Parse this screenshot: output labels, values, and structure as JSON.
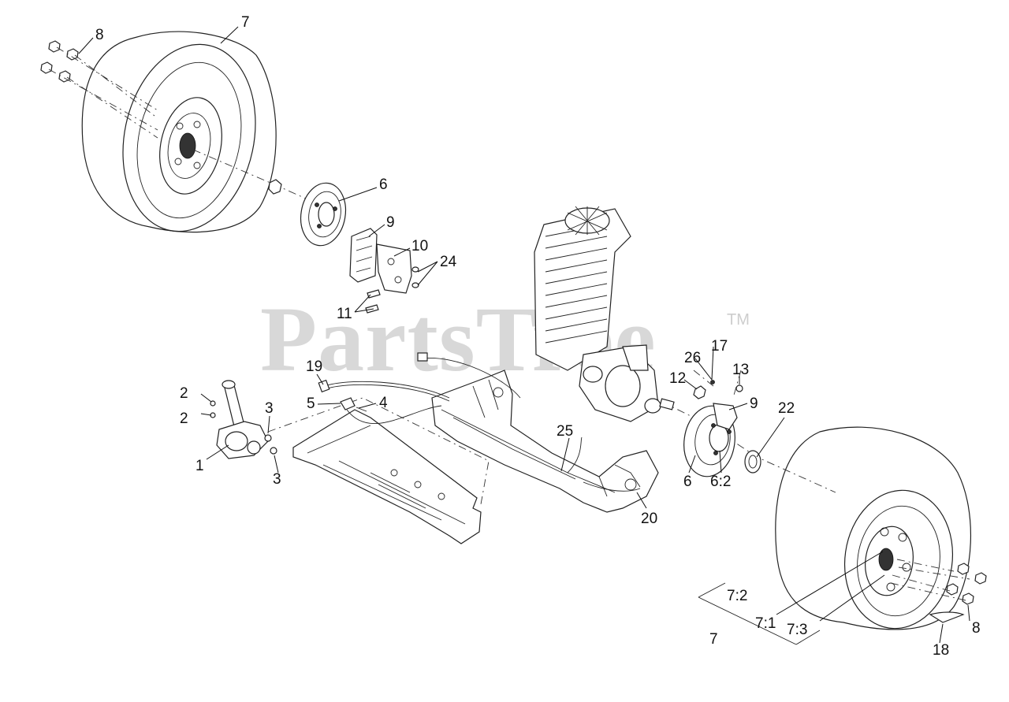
{
  "watermark": {
    "brand": "PartsTree",
    "trademark": "TM"
  },
  "callouts": {
    "c1": "1",
    "c2a": "2",
    "c2b": "2",
    "c3a": "3",
    "c3b": "3",
    "c4": "4",
    "c5": "5",
    "c6a": "6",
    "c6b": "6",
    "c6_2": "6:2",
    "c7a": "7",
    "c7b": "7",
    "c7_1": "7:1",
    "c7_2": "7:2",
    "c7_3": "7:3",
    "c8a": "8",
    "c8b": "8",
    "c9a": "9",
    "c9b": "9",
    "c10": "10",
    "c11": "11",
    "c12": "12",
    "c13": "13",
    "c17": "17",
    "c18": "18",
    "c19": "19",
    "c20": "20",
    "c22": "22",
    "c24": "24",
    "c25": "25",
    "c26": "26"
  }
}
